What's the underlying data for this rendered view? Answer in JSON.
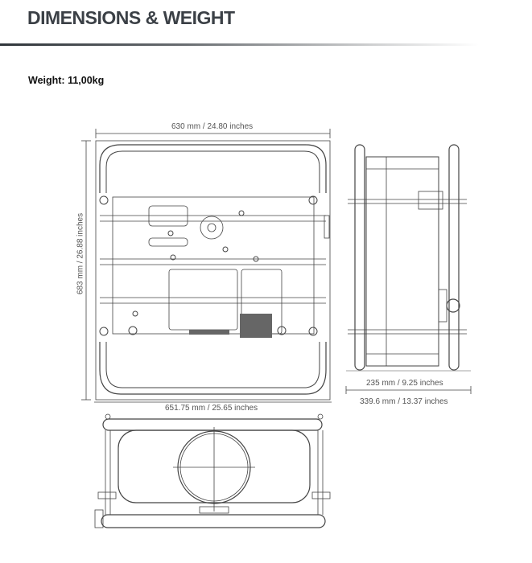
{
  "page": {
    "title": "DIMENSIONS & WEIGHT",
    "weight": "Weight: 11,00kg"
  },
  "dimensions": {
    "front_width": "630 mm / 24.80 inches",
    "front_height": "683 mm / 26.88 inches",
    "bottom_width": "651.75 mm / 25.65 inches",
    "side_depth_inner": "235 mm / 9.25 inches",
    "side_depth_outer": "339.6 mm / 13.37 inches"
  }
}
